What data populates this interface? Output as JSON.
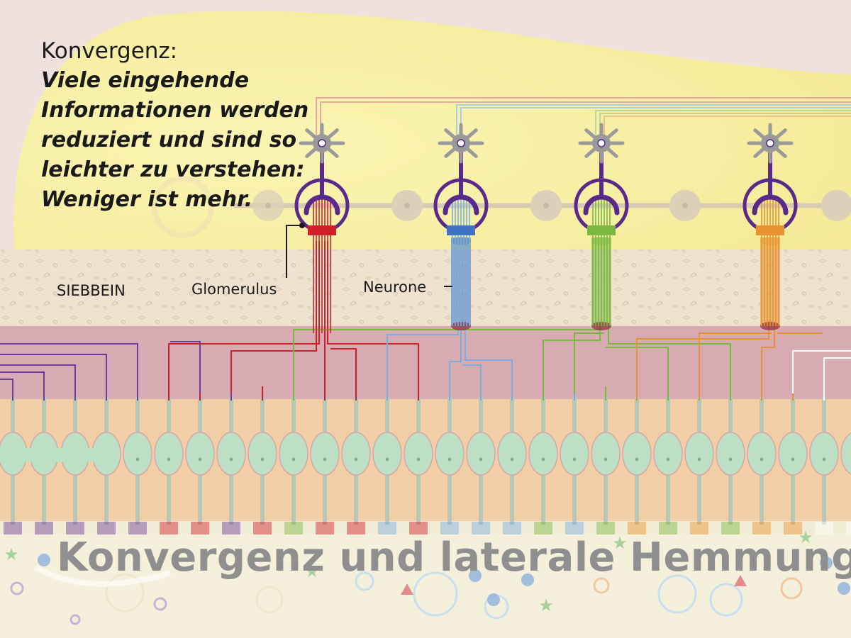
{
  "text": {
    "heading": "Konvergenz:",
    "description_lines": [
      "Viele eingehende",
      "Informationen werden",
      "reduziert und sind so",
      "leichter zu verstehen:",
      "Weniger ist mehr."
    ],
    "label_siebbein": "SIEBBEIN",
    "label_glomerulus": "Glomerulus",
    "label_neurone": "Neurone",
    "bottom_title": "Konvergenz und laterale Hemmung"
  },
  "colors": {
    "background": "#efe1de",
    "yellow_glow": "#f7ef9f",
    "bone": "#efe3d0",
    "lamina": "#d8aab2",
    "epithelium": "#f3cfa7",
    "cell_body": "#bde0c4",
    "mitral_purple": "#5a2a8a",
    "glomerulus_red": "#d21f2a",
    "glomerulus_blue": "#3f74c4",
    "glomerulus_green": "#7ab83f",
    "glomerulus_orange": "#e8932f",
    "title_gray": "#8f8f8f"
  },
  "glomeruli": [
    {
      "color": "#d21f2a",
      "fibers": "#d21f2a"
    },
    {
      "color": "#3f74c4",
      "fibers": "#7ab0e0"
    },
    {
      "color": "#7ab83f",
      "fibers": "#7ab83f"
    },
    {
      "color": "#e8932f",
      "fibers": "#e8932f"
    }
  ],
  "receptor_colors": [
    "#6a3b9a",
    "#6a3b9a",
    "#6a3b9a",
    "#6a3b9a",
    "#6a3b9a",
    "#d21f2a",
    "#d21f2a",
    "#6a3b9a",
    "#d21f2a",
    "#7ab83f",
    "#d21f2a",
    "#d21f2a",
    "#7ab0e0",
    "#d21f2a",
    "#7ab0e0",
    "#7ab0e0",
    "#7ab0e0",
    "#7ab83f",
    "#7ab0e0",
    "#7ab83f",
    "#e8932f",
    "#7ab83f",
    "#e8932f",
    "#7ab83f",
    "#e8932f",
    "#e8932f",
    "#ffffff",
    "#ffffff"
  ]
}
